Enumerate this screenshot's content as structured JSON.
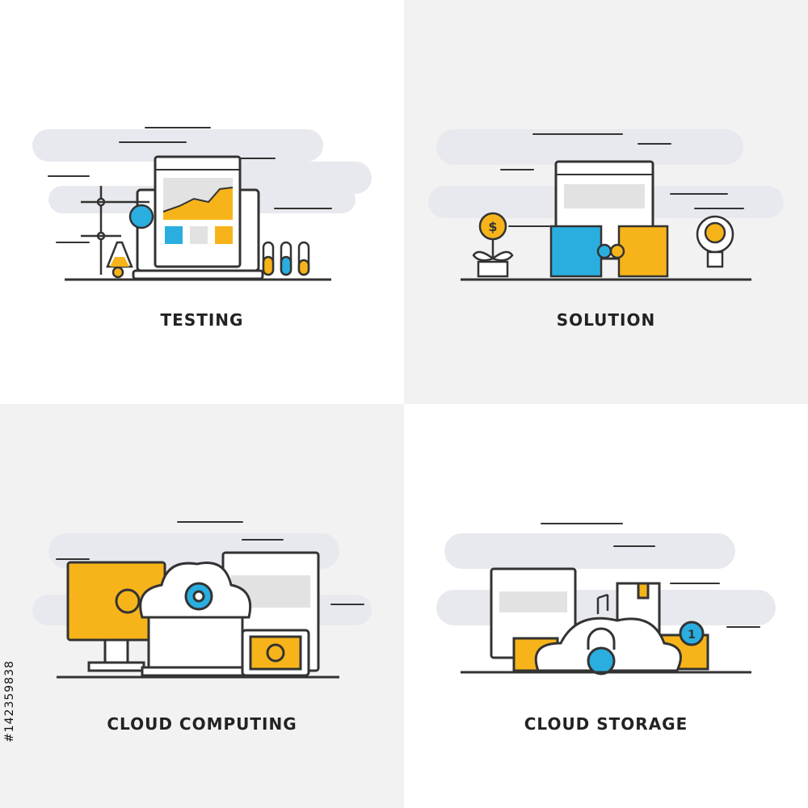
{
  "tiles": [
    {
      "title": "TESTING"
    },
    {
      "title": "SOLUTION"
    },
    {
      "title": "CLOUD COMPUTING"
    },
    {
      "title": "CLOUD STORAGE"
    }
  ],
  "stock_id": "#142359838",
  "cards": {
    "solution_coin": "$",
    "cloud_storage_badge": "1"
  },
  "colors": {
    "blue": "#2aaee0",
    "orange": "#f7b41a",
    "outline": "#333333",
    "gray_fill": "#e2e2e2",
    "bg_gray": "#f2f2f2",
    "cloud_band": "#e8e9ee"
  },
  "icons": [
    "laptop-chart-icon",
    "flask-icon",
    "test-tubes-icon",
    "puzzle-icon",
    "money-plant-icon",
    "lightbulb-lock-icon",
    "monitor-gear-icon",
    "cloud-gear-icon",
    "tablet-gear-icon",
    "folder-icon",
    "padlock-icon",
    "music-note-icon",
    "contact-book-icon",
    "envelope-badge-icon"
  ]
}
